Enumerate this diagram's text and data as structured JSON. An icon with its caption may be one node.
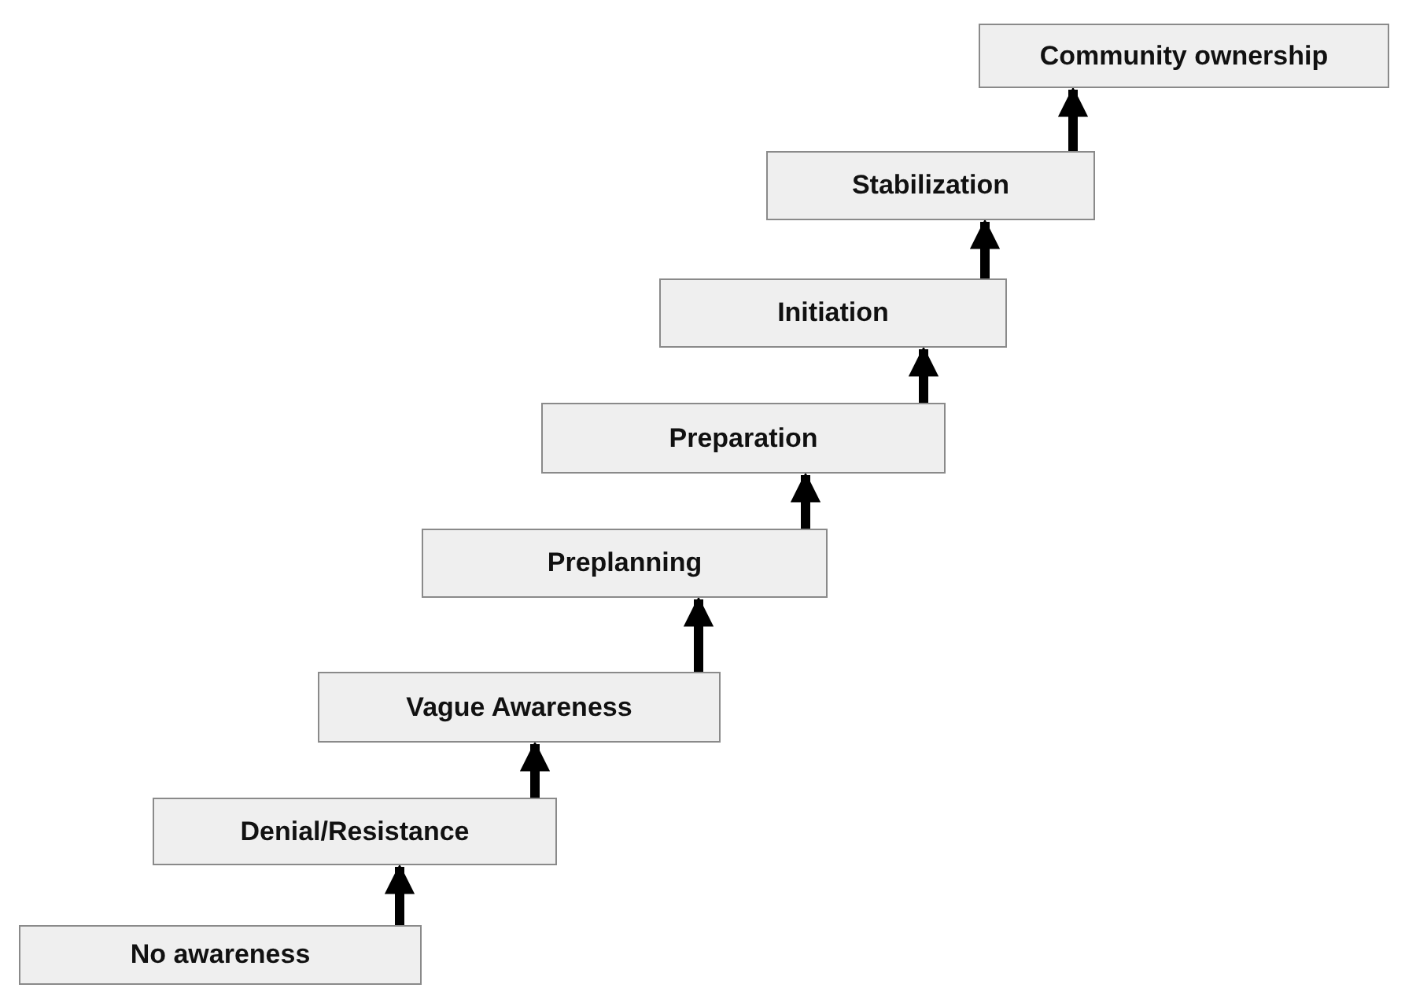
{
  "diagram": {
    "nodes": [
      {
        "text": [
          "No awareness"
        ]
      },
      {
        "text": [
          "Denial/Resistance"
        ]
      },
      {
        "text": [
          "Vague Awareness"
        ]
      },
      {
        "text": [
          "Preplanning"
        ]
      },
      {
        "text": [
          "Preparation"
        ]
      },
      {
        "text": [
          "Initiation"
        ]
      },
      {
        "text": [
          "Stabilization"
        ]
      },
      {
        "text": [
          "Community ownership"
        ]
      }
    ],
    "edges": [
      {
        "from": 0,
        "to": 1,
        "arrow": "to"
      },
      {
        "from": 1,
        "to": 2,
        "arrow": "to"
      },
      {
        "from": 2,
        "to": 3,
        "arrow": "to"
      },
      {
        "from": 3,
        "to": 4,
        "arrow": "to"
      },
      {
        "from": 4,
        "to": 5,
        "arrow": "to"
      },
      {
        "from": 5,
        "to": 6,
        "arrow": "to"
      },
      {
        "from": 6,
        "to": 7,
        "arrow": "to"
      }
    ]
  }
}
